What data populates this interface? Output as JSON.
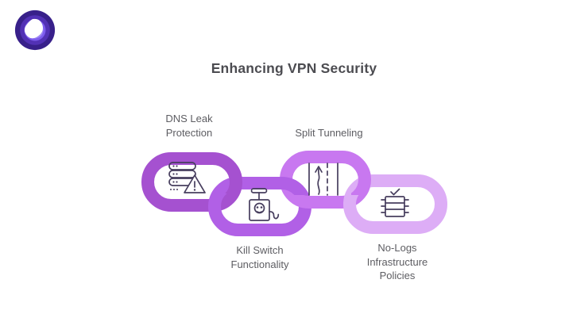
{
  "title": "Enhancing VPN Security",
  "links": [
    {
      "label": "DNS Leak\nProtection",
      "icon": "server-warning-icon",
      "color": "#a551d0"
    },
    {
      "label": "Kill Switch\nFunctionality",
      "icon": "kill-switch-detonator-icon",
      "color": "#b160e6"
    },
    {
      "label": "Split Tunneling",
      "icon": "split-tunnel-road-icon",
      "color": "#c878f0"
    },
    {
      "label": "No-Logs\nInfrastructure\nPolicies",
      "icon": "server-checklist-icon",
      "color": "#ddadf6"
    }
  ],
  "colors": {
    "icon_stroke": "#473e5e",
    "title_text": "#4c4c51",
    "label_text": "#5d5d62",
    "background": "#ffffff",
    "logo": {
      "outer": "#38208a",
      "mid": "#5231b5",
      "inner": "#7d5cee",
      "core": "#9d87f3",
      "mark": "#ffffff"
    }
  }
}
